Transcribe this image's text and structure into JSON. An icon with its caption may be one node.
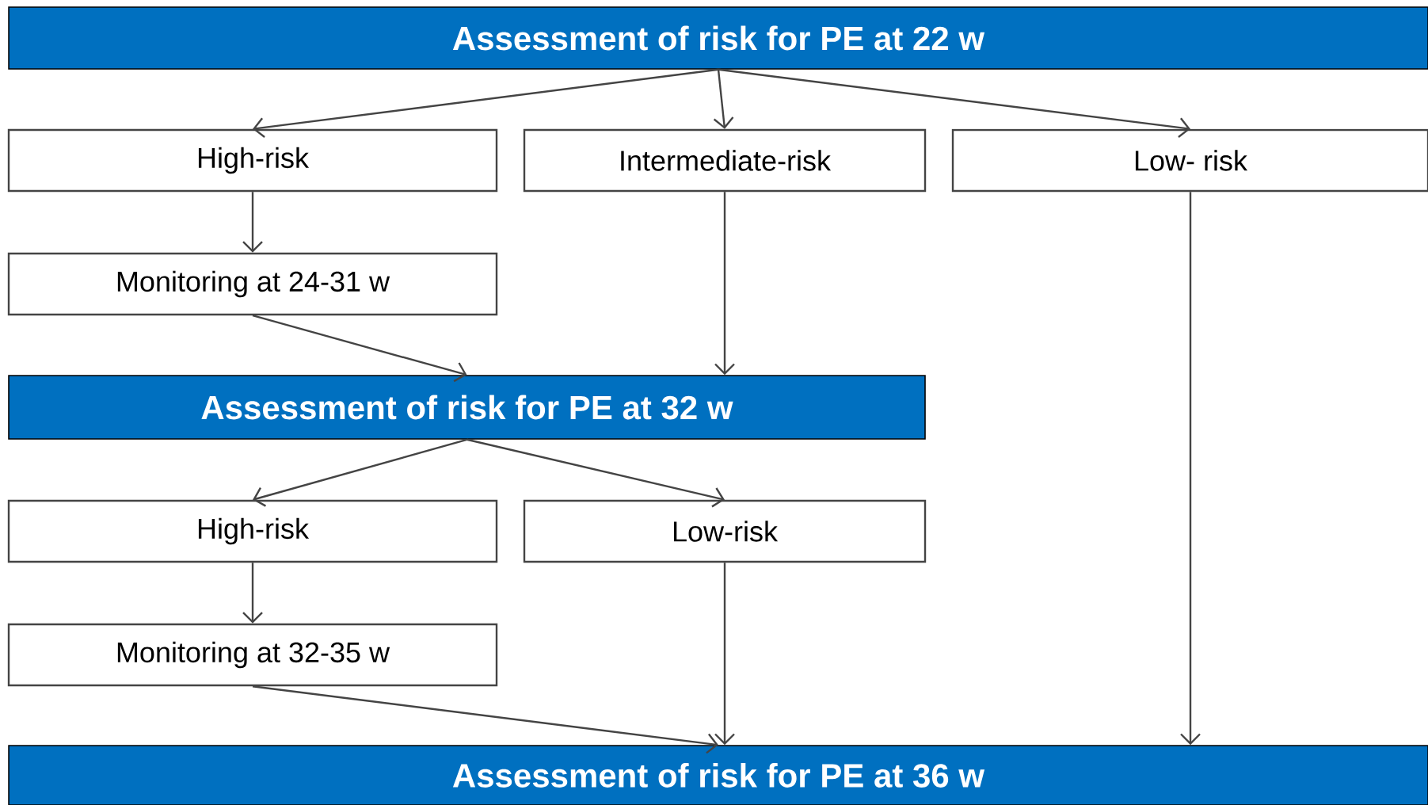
{
  "diagram": {
    "nodes": [
      {
        "text": [
          "Assessment of risk for PE at 22 w"
        ]
      },
      {
        "text": [
          "High-risk"
        ]
      },
      {
        "text": [
          "Intermediate-risk"
        ]
      },
      {
        "text": [
          "Low- risk"
        ]
      },
      {
        "text": [
          "Monitoring at 24-31 w"
        ]
      },
      {
        "text": [
          "Assessment of risk for PE at 32 w"
        ]
      },
      {
        "text": [
          "High-risk"
        ]
      },
      {
        "text": [
          "Low-risk"
        ]
      },
      {
        "text": [
          "Monitoring at 32-35 w"
        ]
      },
      {
        "text": [
          "Assessment of risk for PE at 36 w"
        ]
      }
    ],
    "edges": [
      {
        "from": 0,
        "to": 1,
        "arrow": "to"
      },
      {
        "from": 0,
        "to": 2,
        "arrow": "to"
      },
      {
        "from": 0,
        "to": 3,
        "arrow": "to"
      },
      {
        "from": 1,
        "to": 4,
        "arrow": "to"
      },
      {
        "from": 4,
        "to": 5,
        "arrow": "to"
      },
      {
        "from": 2,
        "to": 5,
        "arrow": "to"
      },
      {
        "from": 5,
        "to": 6,
        "arrow": "to"
      },
      {
        "from": 5,
        "to": 7,
        "arrow": "to"
      },
      {
        "from": 6,
        "to": 8,
        "arrow": "to"
      },
      {
        "from": 8,
        "to": 9,
        "arrow": "to"
      },
      {
        "from": 7,
        "to": 9,
        "arrow": "to"
      },
      {
        "from": 3,
        "to": 9,
        "arrow": "to"
      }
    ]
  }
}
